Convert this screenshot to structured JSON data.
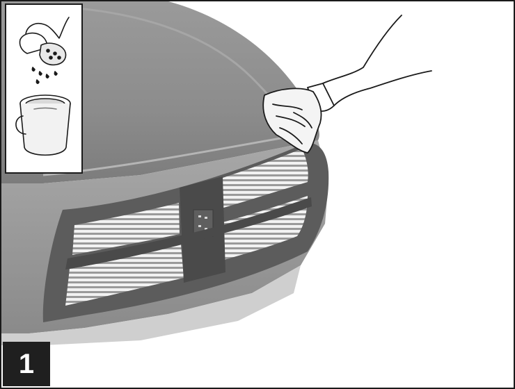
{
  "step": {
    "number": "1"
  },
  "illustration": {
    "main": "hood-and-grille-wiping",
    "inset": "soap-and-water-bucket"
  },
  "colors": {
    "border": "#1a1a1a",
    "hood": "#8a8a8a",
    "grille_frame": "#5a5a5a",
    "badge": "#1f1f1f"
  }
}
